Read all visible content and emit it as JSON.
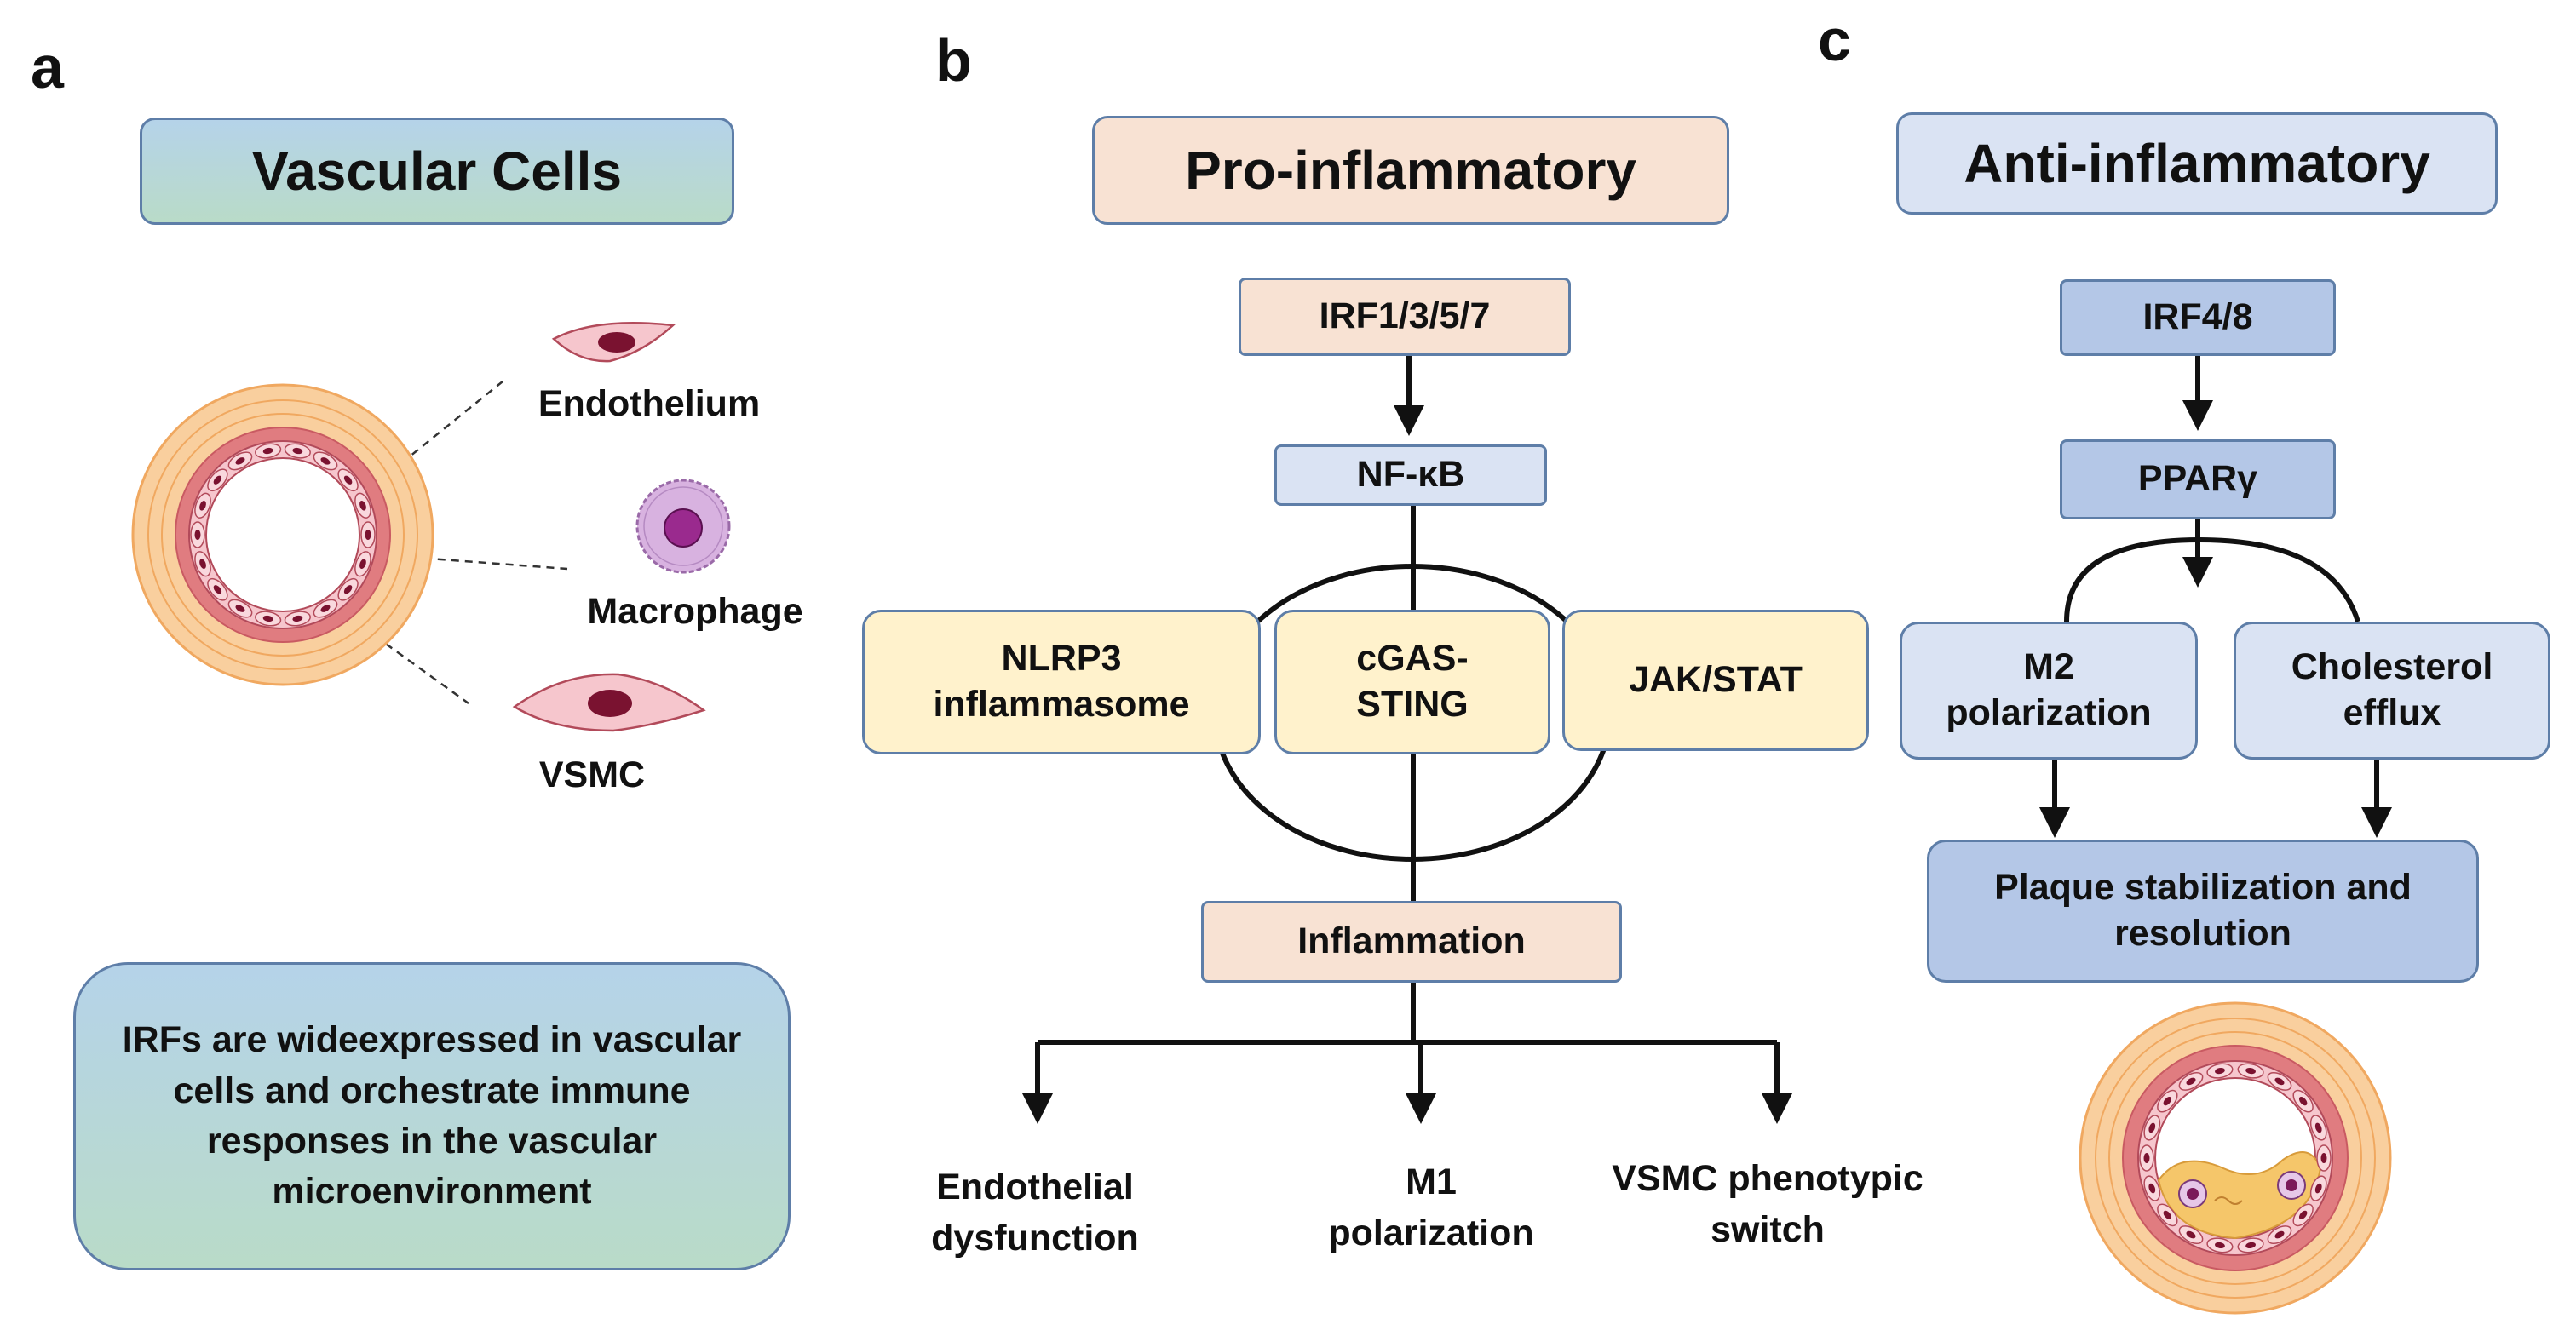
{
  "panels": {
    "a": {
      "letter": "a",
      "title": "Vascular Cells",
      "cells": {
        "endothelium": "Endothelium",
        "macrophage": "Macrophage",
        "vsmc": "VSMC"
      },
      "summary": "IRFs are wideexpressed in vascular cells and orchestrate immune responses in the vascular microenvironment"
    },
    "b": {
      "letter": "b",
      "title": "Pro-inflammatory",
      "irf": "IRF1/3/5/7",
      "nfkb": "NF-κB",
      "pathways": {
        "nlrp3": "NLRP3 inflammasome",
        "cgas": "cGAS-STING",
        "jak": "JAK/STAT"
      },
      "inflammation": "Inflammation",
      "outcomes": {
        "endothelial": "Endothelial dysfunction",
        "m1": "M1 polarization",
        "vsmc": "VSMC phenotypic switch"
      }
    },
    "c": {
      "letter": "c",
      "title": "Anti-inflammatory",
      "irf": "IRF4/8",
      "ppar": "PPARγ",
      "m2": "M2 polarization",
      "cholesterol": "Cholesterol efflux",
      "plaque": "Plaque stabilization and resolution"
    }
  },
  "colors": {
    "peach": "#f8e2d3",
    "cream": "#fff2cc",
    "light_blue": "#dae3f3",
    "mid_blue": "#b4c7e7",
    "box_border": "#5e7ea8",
    "vessel_outer": "#f9cf9e",
    "vessel_media": "#e07c80",
    "endothelial_cell": "#f6c6cd",
    "nucleus": "#7a1230",
    "macrophage": "#d8b2e0",
    "plaque": "#f5c66a"
  }
}
